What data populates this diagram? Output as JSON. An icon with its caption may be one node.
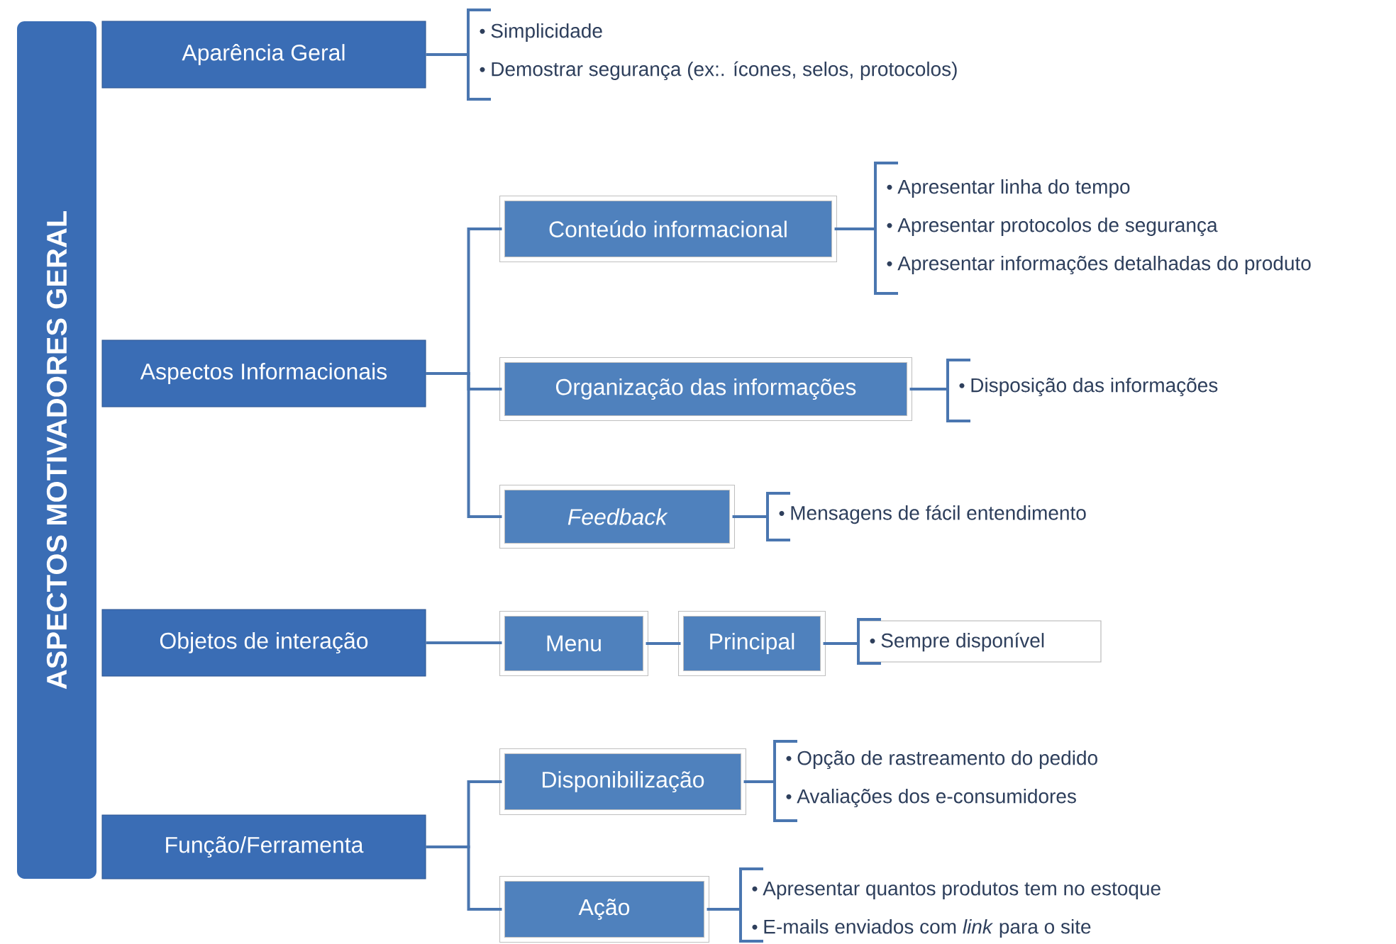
{
  "diagram": {
    "nodes": [
      {
        "text": [
          "ASPECTOS MOTIVADORES GERAL"
        ]
      },
      {
        "text": [
          "Aparência Geral"
        ]
      },
      {
        "text": [
          "Simplicidade",
          "Demostrar segurança (ex:. ícones, selos, protocolos)"
        ]
      },
      {
        "text": [
          "Aspectos Informacionais"
        ]
      },
      {
        "text": [
          "Conteúdo informacional"
        ]
      },
      {
        "text": [
          "Apresentar linha do tempo",
          "Apresentar protocolos de segurança",
          "Apresentar informações detalhadas do produto"
        ]
      },
      {
        "text": [
          "Organização das informações"
        ]
      },
      {
        "text": [
          "Disposição das informações"
        ]
      },
      {
        "text": [
          "Feedback"
        ]
      },
      {
        "text": [
          "Mensagens de fácil entendimento"
        ]
      },
      {
        "text": [
          "Objetos de interação"
        ]
      },
      {
        "text": [
          "Menu"
        ]
      },
      {
        "text": [
          "Principal"
        ]
      },
      {
        "text": [
          "Sempre disponível"
        ]
      },
      {
        "text": [
          "Função/Ferramenta"
        ]
      },
      {
        "text": [
          "Disponibilização"
        ]
      },
      {
        "text": [
          "Opção de rastreamento do pedido",
          "Avaliações dos e-consumidores"
        ]
      },
      {
        "text": [
          "Ação"
        ]
      },
      {
        "text": [
          "Apresentar quantos produtos tem no estoque",
          "E-mails enviados com *link* para o site"
        ]
      }
    ],
    "edges": [
      {
        "from": 1,
        "to": 2,
        "arrow": "none"
      },
      {
        "from": 3,
        "to": 4,
        "arrow": "none"
      },
      {
        "from": 3,
        "to": 6,
        "arrow": "none"
      },
      {
        "from": 3,
        "to": 8,
        "arrow": "none"
      },
      {
        "from": 4,
        "to": 5,
        "arrow": "none"
      },
      {
        "from": 6,
        "to": 7,
        "arrow": "none"
      },
      {
        "from": 8,
        "to": 9,
        "arrow": "none"
      },
      {
        "from": 10,
        "to": 11,
        "arrow": "none"
      },
      {
        "from": 11,
        "to": 12,
        "arrow": "none"
      },
      {
        "from": 12,
        "to": 13,
        "arrow": "none"
      },
      {
        "from": 14,
        "to": 15,
        "arrow": "none"
      },
      {
        "from": 14,
        "to": 17,
        "arrow": "none"
      },
      {
        "from": 15,
        "to": 16,
        "arrow": "none"
      },
      {
        "from": 17,
        "to": 18,
        "arrow": "none"
      }
    ]
  }
}
